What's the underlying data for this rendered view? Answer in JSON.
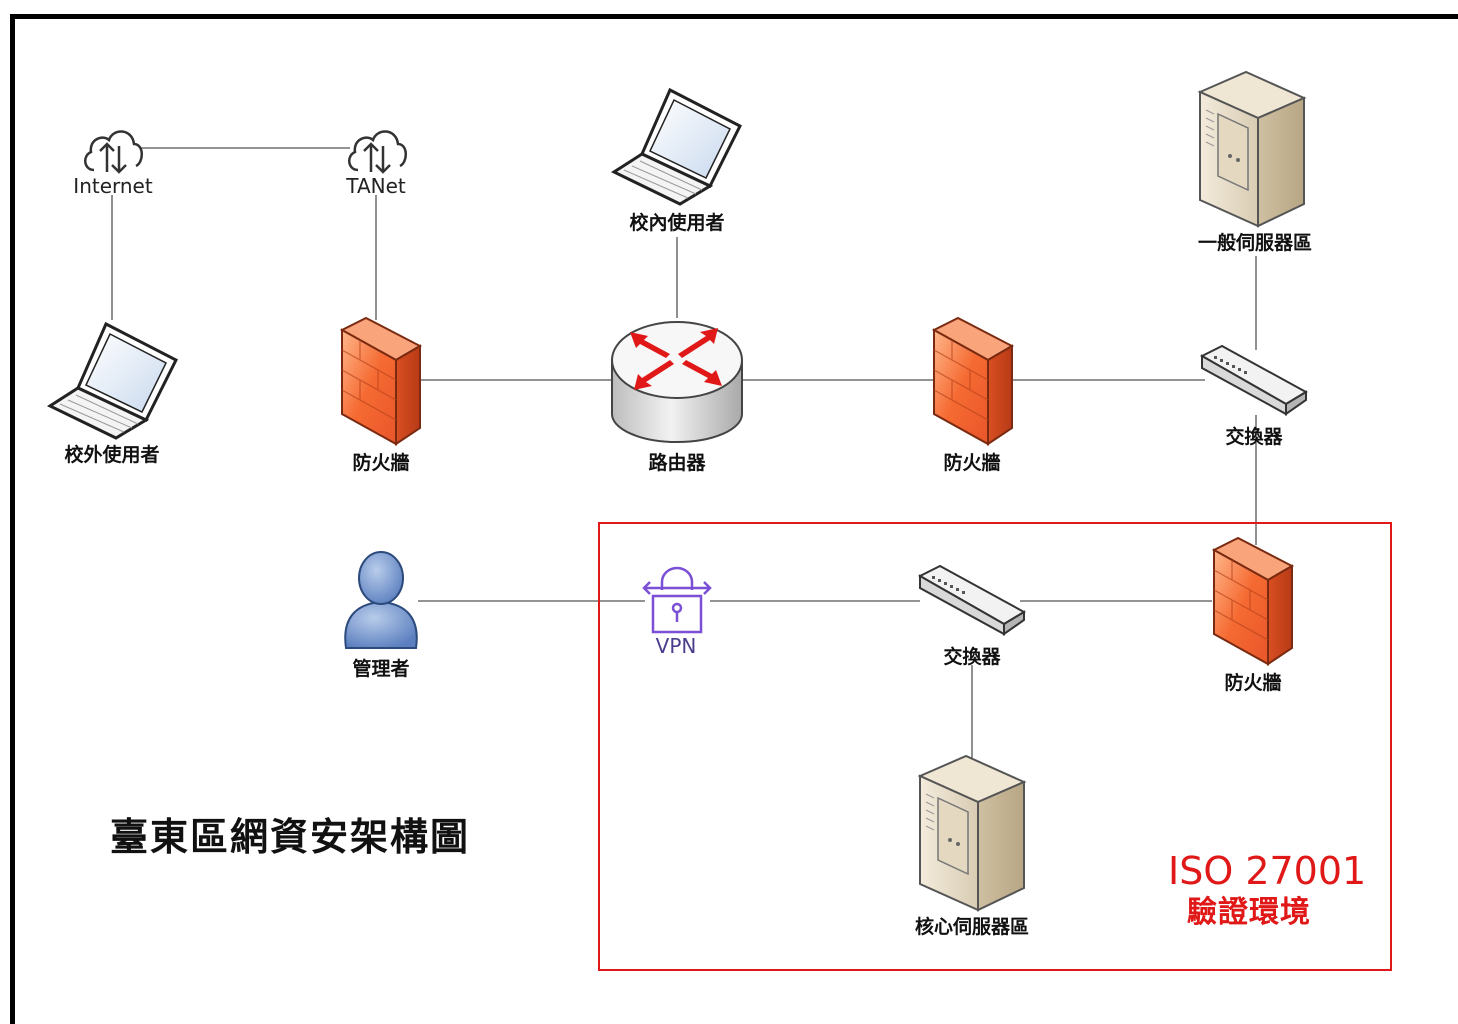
{
  "diagram": {
    "title": "臺東區網資安架構圖",
    "zone": {
      "line1": "ISO 27001",
      "line2": "驗證環境"
    },
    "nodes": {
      "internet": "Internet",
      "tanet": "TANet",
      "external_user": "校外使用者",
      "internal_user": "校內使用者",
      "general_servers": "一般伺服器區",
      "firewall_left": "防火牆",
      "router": "路由器",
      "firewall_mid": "防火牆",
      "switch_top": "交換器",
      "admin": "管理者",
      "vpn": "VPN",
      "switch_core": "交換器",
      "firewall_zone": "防火牆",
      "core_servers": "核心伺服器區"
    },
    "connections": [
      [
        "internet",
        "tanet"
      ],
      [
        "internet",
        "external_user"
      ],
      [
        "tanet",
        "firewall_left"
      ],
      [
        "firewall_left",
        "router"
      ],
      [
        "internal_user",
        "router"
      ],
      [
        "router",
        "firewall_mid"
      ],
      [
        "firewall_mid",
        "switch_top"
      ],
      [
        "general_servers",
        "switch_top"
      ],
      [
        "switch_top",
        "firewall_zone"
      ],
      [
        "admin",
        "vpn"
      ],
      [
        "vpn",
        "switch_core"
      ],
      [
        "switch_core",
        "firewall_zone"
      ],
      [
        "switch_core",
        "core_servers"
      ]
    ]
  },
  "colors": {
    "zone_border": "#e01818",
    "firewall": "#f26a3a",
    "router_arrows": "#e01818",
    "vpn_icon": "#7b4fd6",
    "admin": "#6b8fc9"
  }
}
